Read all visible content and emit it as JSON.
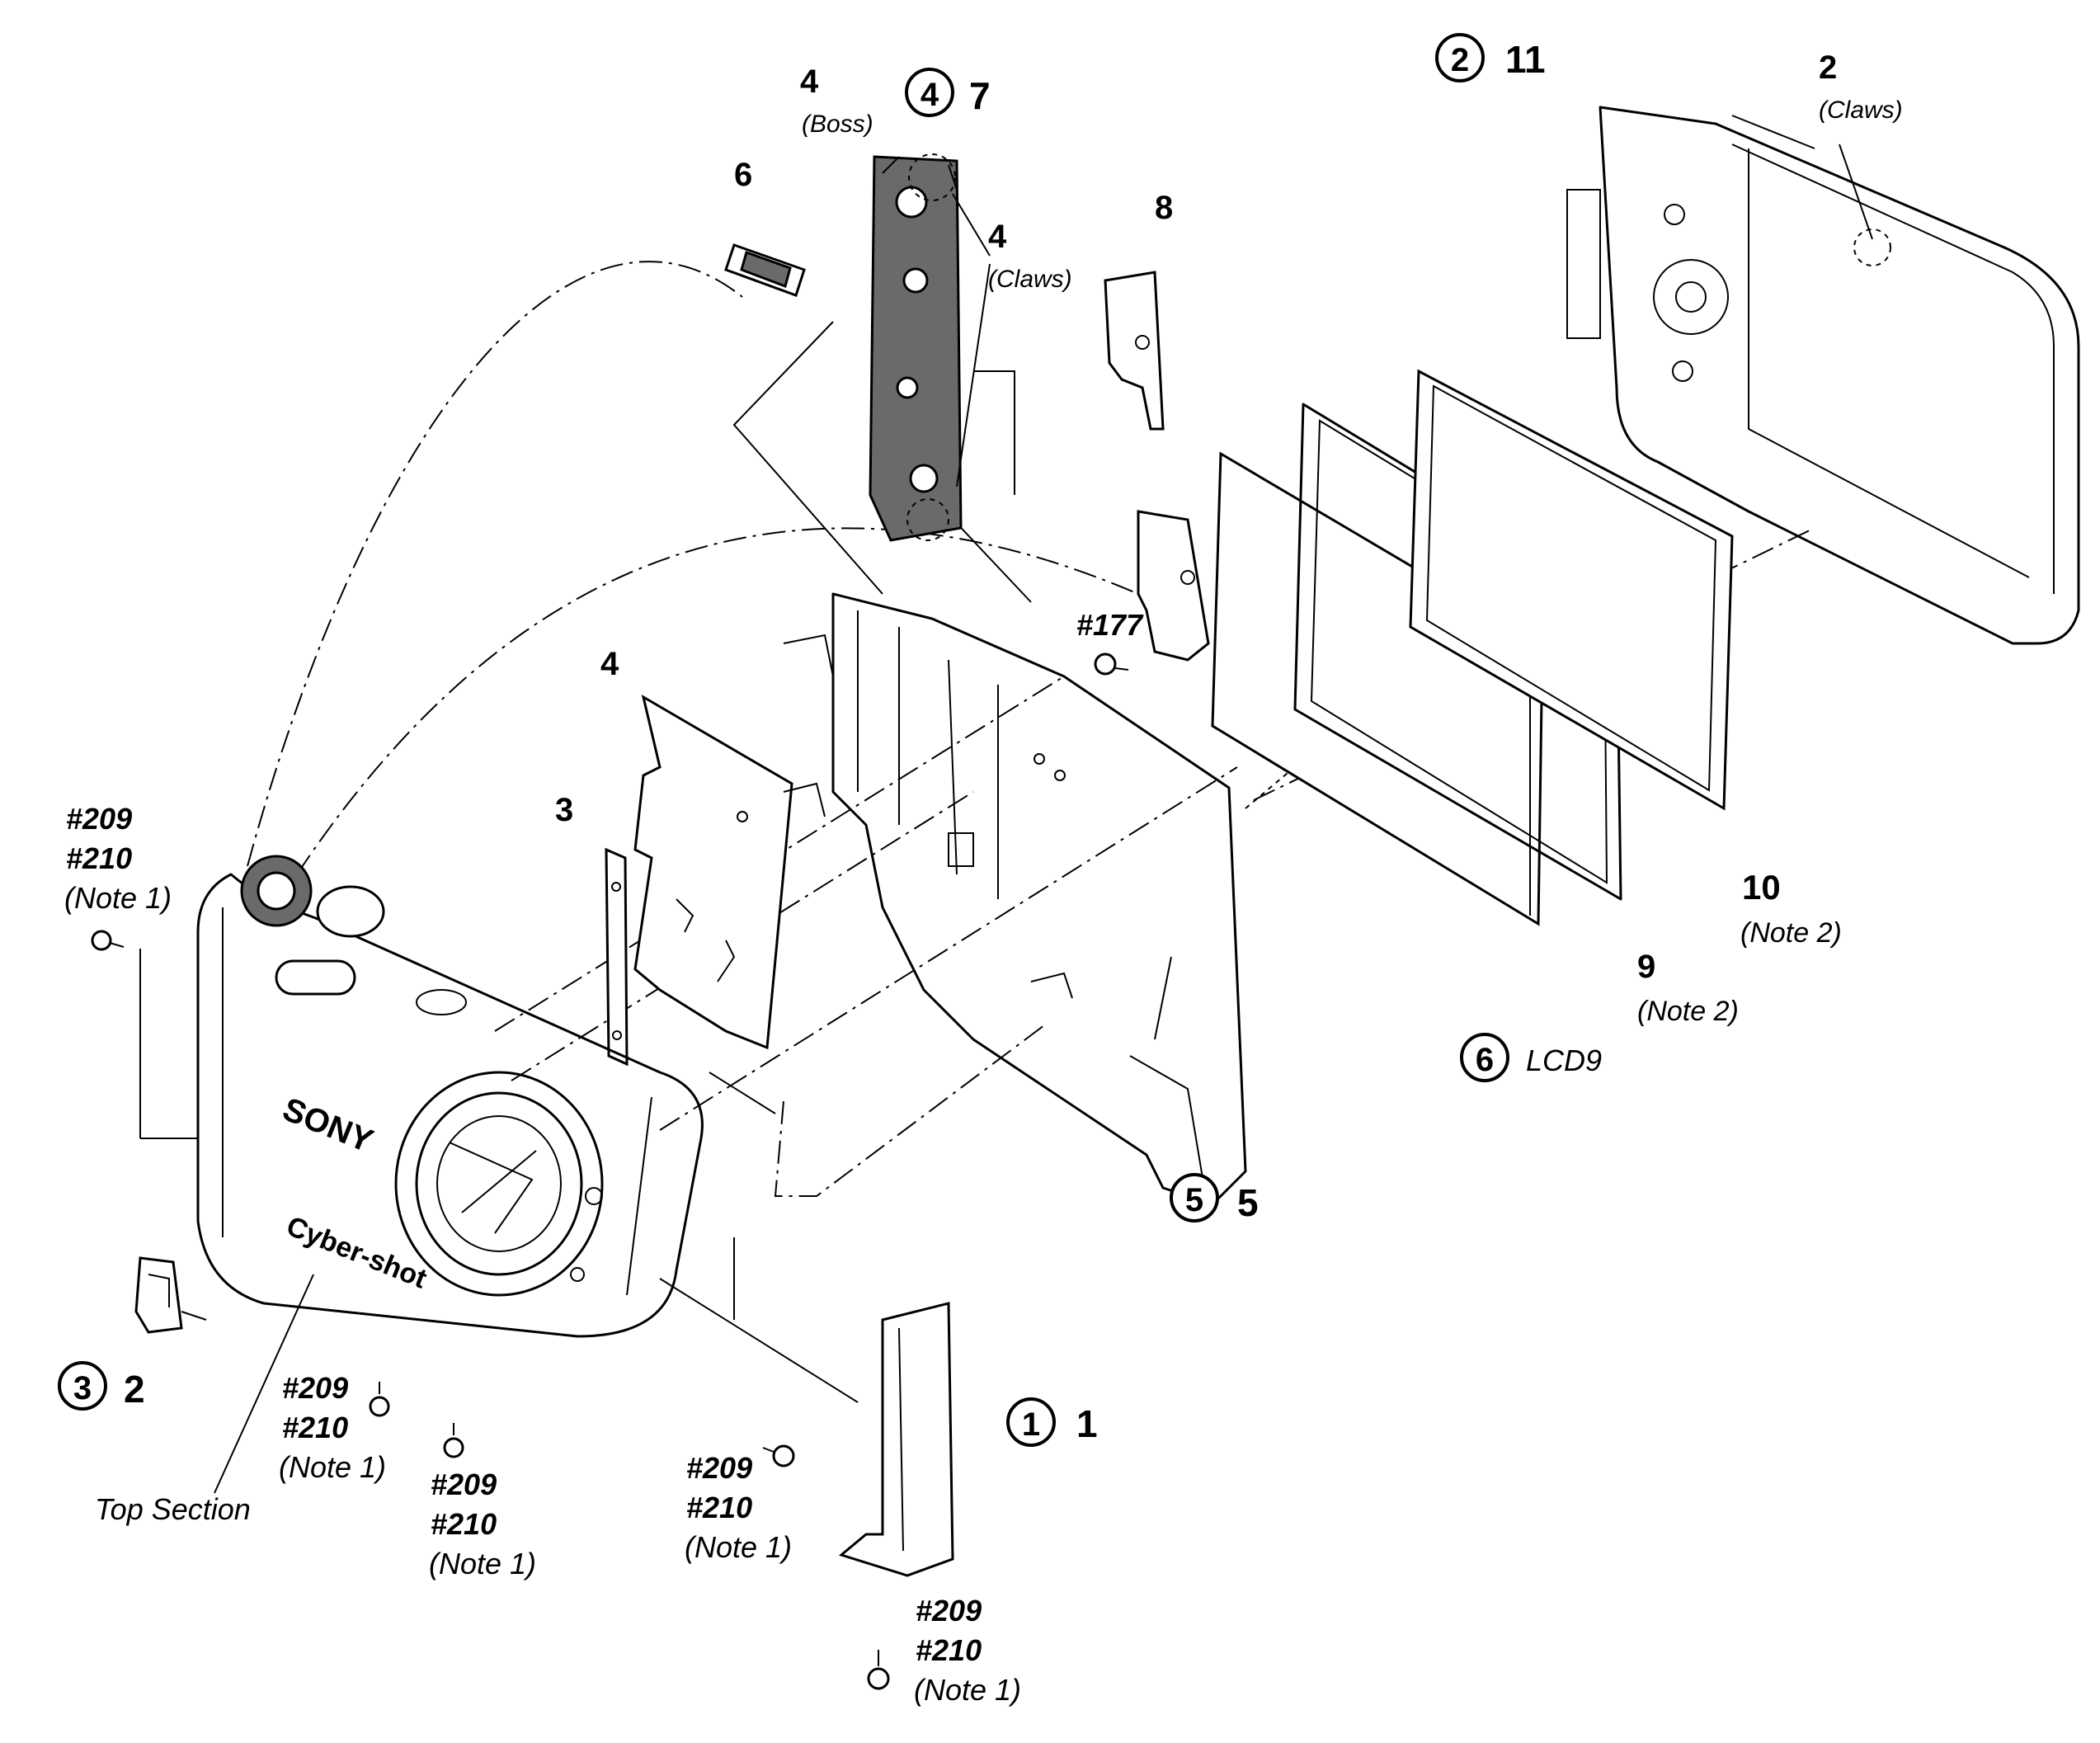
{
  "callouts": {
    "c1": {
      "step": "1",
      "part": "1"
    },
    "c2": {
      "step": "2",
      "part": "11"
    },
    "c3": {
      "step": "3",
      "part": "2"
    },
    "c4": {
      "step": "4",
      "part": "7"
    },
    "c5": {
      "step": "5",
      "part": "5"
    },
    "c6": {
      "step": "6",
      "part": "LCD9"
    }
  },
  "labels": {
    "boss_num": "4",
    "boss": "(Boss)",
    "claws4_num": "4",
    "claws4": "(Claws)",
    "claws2_num": "2",
    "claws2": "(Claws)",
    "p6": "6",
    "p8": "8",
    "p4": "4",
    "p3": "3",
    "p9": "9",
    "p10": "10",
    "note2a": "(Note 2)",
    "note2b": "(Note 2)",
    "s177": "#177",
    "top_section": "Top Section"
  },
  "screws": [
    {
      "a": "#209",
      "b": "#210",
      "c": "(Note 1)"
    },
    {
      "a": "#209",
      "b": "#210",
      "c": "(Note 1)"
    },
    {
      "a": "#209",
      "b": "#210",
      "c": "(Note 1)"
    },
    {
      "a": "#209",
      "b": "#210",
      "c": "(Note 1)"
    },
    {
      "a": "#209",
      "b": "#210",
      "c": "(Note 1)"
    }
  ],
  "brand": {
    "logo": "SONY",
    "model": "Cyber-shot"
  }
}
